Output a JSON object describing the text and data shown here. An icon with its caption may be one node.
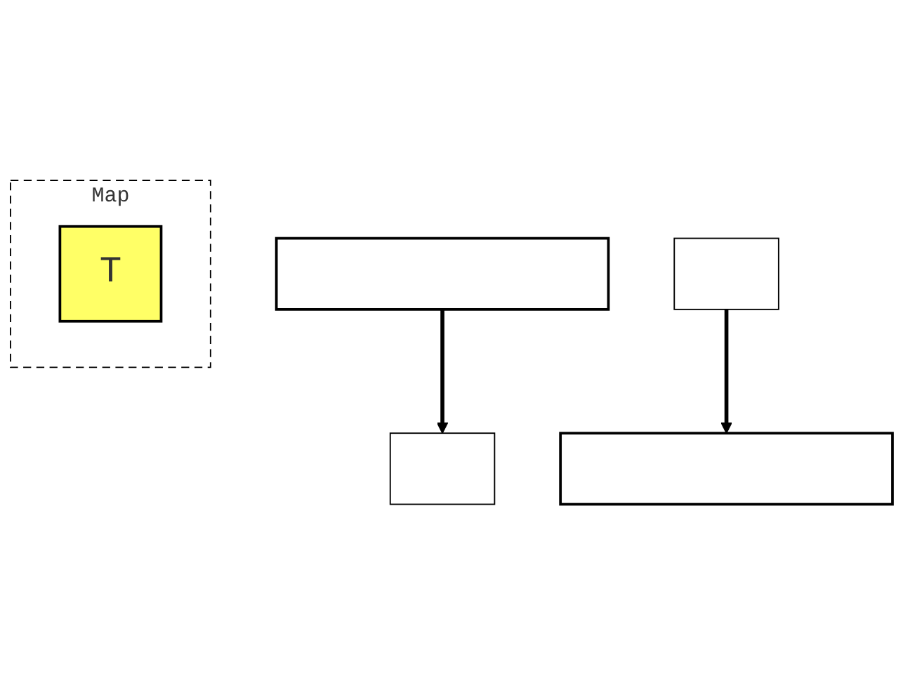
{
  "diagram": {
    "nodes": [
      {
        "text": [],
        "shape": "bar"
      },
      {
        "text": [
          "Map"
        ]
      },
      {
        "text": [
          "T"
        ],
        "in": 1
      },
      {
        "text": [],
        "shape": "box"
      },
      {
        "text": [],
        "shape": "box"
      },
      {
        "text": [],
        "shape": "bar"
      }
    ],
    "edges": [
      {
        "from": 0,
        "to": 3,
        "arrow": "to"
      },
      {
        "from": 4,
        "to": 5,
        "arrow": "to"
      }
    ]
  }
}
